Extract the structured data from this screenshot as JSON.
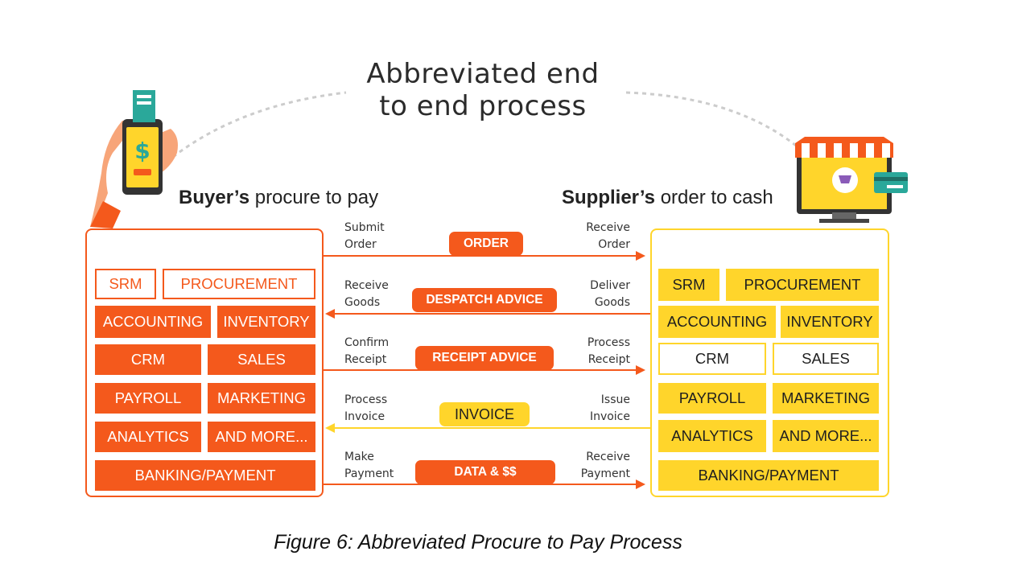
{
  "title": {
    "line1": "Abbreviated end",
    "line2": "to end process"
  },
  "buyer": {
    "heading_bold": "Buyer’s",
    "heading_rest": " procure to pay",
    "modules": {
      "srm": "SRM",
      "procurement": "PROCUREMENT",
      "accounting": "ACCOUNTING",
      "inventory": "INVENTORY",
      "crm": "CRM",
      "sales": "SALES",
      "payroll": "PAYROLL",
      "marketing": "MARKETING",
      "analytics": "ANALYTICS",
      "and_more": "AND MORE...",
      "banking": "BANKING/PAYMENT"
    }
  },
  "supplier": {
    "heading_bold": "Supplier’s",
    "heading_rest": " order to cash",
    "modules": {
      "srm": "SRM",
      "procurement": "PROCUREMENT",
      "accounting": "ACCOUNTING",
      "inventory": "INVENTORY",
      "crm": "CRM",
      "sales": "SALES",
      "payroll": "PAYROLL",
      "marketing": "MARKETING",
      "analytics": "ANALYTICS",
      "and_more": "AND MORE...",
      "banking": "BANKING/PAYMENT"
    }
  },
  "flows": [
    {
      "left": [
        "Submit",
        "Order"
      ],
      "label": "ORDER",
      "right": [
        "Receive",
        "Order"
      ],
      "direction": "to-supplier",
      "color": "#f4591c"
    },
    {
      "left": [
        "Receive",
        "Goods"
      ],
      "label": "DESPATCH ADVICE",
      "right": [
        "Deliver",
        "Goods"
      ],
      "direction": "to-buyer",
      "color": "#f4591c"
    },
    {
      "left": [
        "Confirm",
        "Receipt"
      ],
      "label": "RECEIPT ADVICE",
      "right": [
        "Process",
        "Receipt"
      ],
      "direction": "to-supplier",
      "color": "#f4591c"
    },
    {
      "left": [
        "Process",
        "Invoice"
      ],
      "label": "INVOICE",
      "right": [
        "Issue",
        "Invoice"
      ],
      "direction": "to-buyer",
      "color": "#ffd52b"
    },
    {
      "left": [
        "Make",
        "Payment"
      ],
      "label": "DATA & $$",
      "right": [
        "Receive",
        "Payment"
      ],
      "direction": "to-supplier",
      "color": "#f4591c"
    }
  ],
  "phone_icon": {
    "symbol": "$"
  },
  "caption": "Figure 6: Abbreviated Procure to Pay Process",
  "colors": {
    "orange": "#f4591c",
    "yellow": "#ffd52b",
    "dashed": "#cccccc"
  }
}
